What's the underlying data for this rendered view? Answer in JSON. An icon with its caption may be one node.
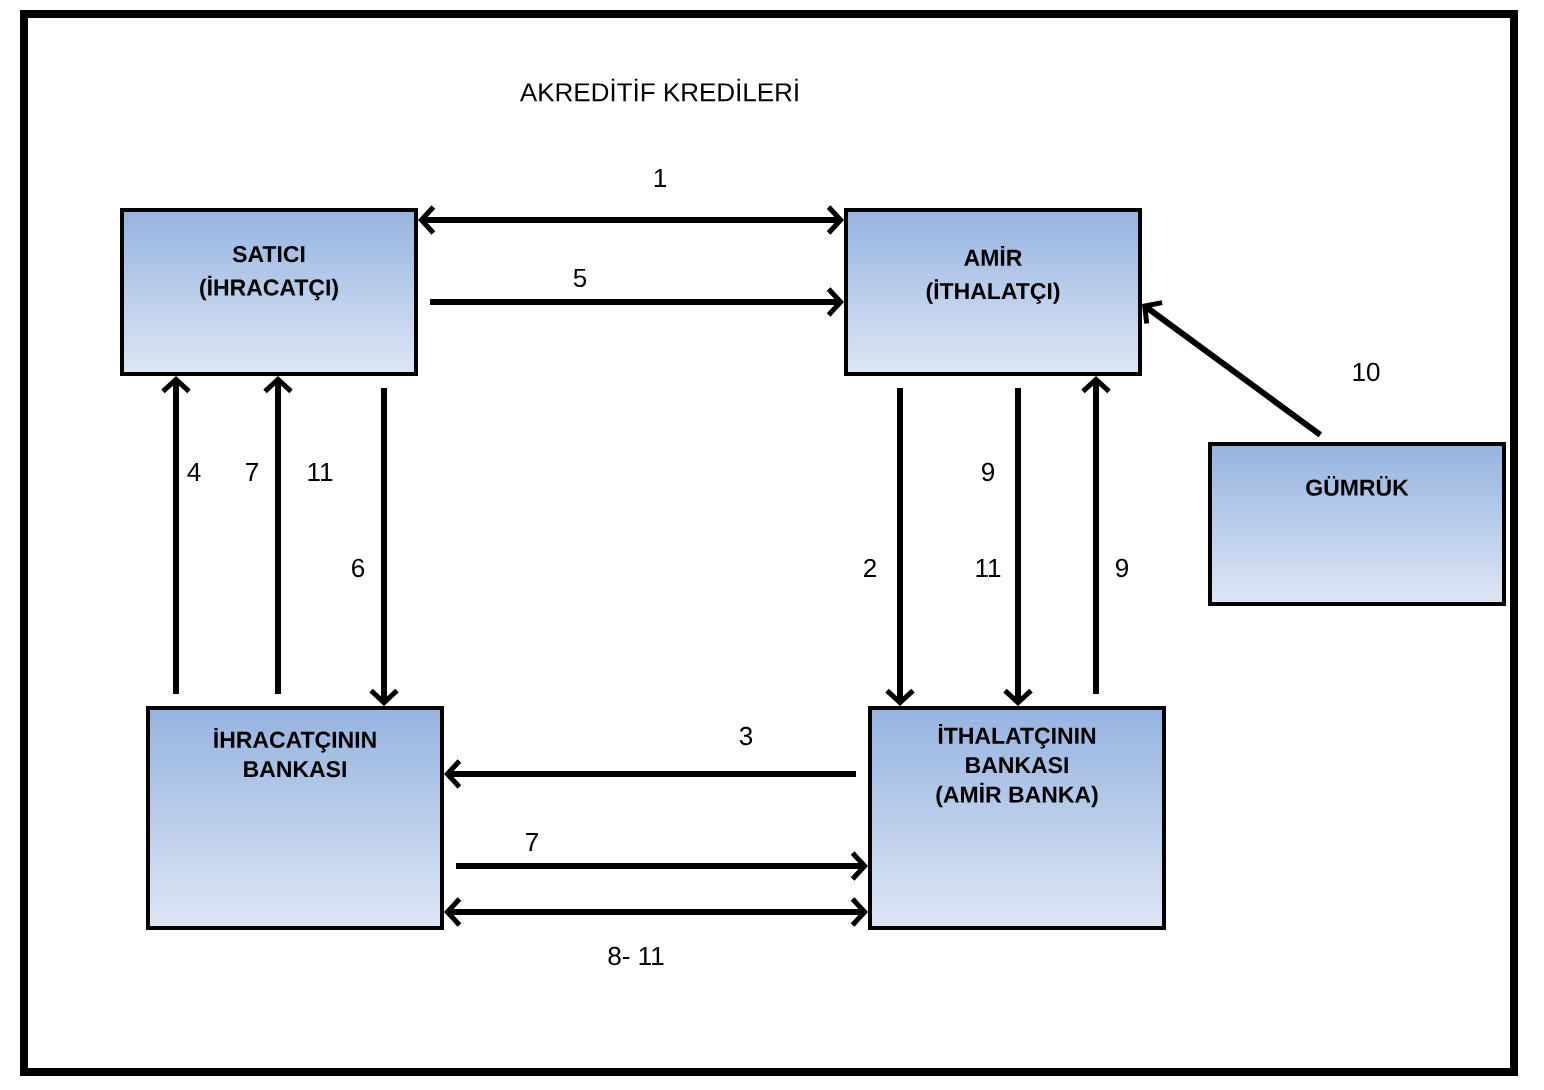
{
  "diagram": {
    "title": "AKREDİTİF KREDİLERİ",
    "nodes": [
      {
        "text": [
          "SATICI",
          "(İHRACATÇI)"
        ]
      },
      {
        "text": [
          "AMİR",
          "(İTHALATÇI)"
        ]
      },
      {
        "text": [
          "GÜMRÜK"
        ]
      },
      {
        "text": [
          "İHRACATÇININ BANKASI"
        ]
      },
      {
        "text": [
          "İTHALATÇININ BANKASI (AMİR BANKA)"
        ]
      }
    ],
    "edges": [
      {
        "from": 0,
        "to": 1,
        "arrow": "both",
        "label": "1"
      },
      {
        "from": 0,
        "to": 1,
        "arrow": "to",
        "label": "5"
      },
      {
        "from": 2,
        "to": 1,
        "arrow": "to",
        "label": "10"
      },
      {
        "from": 3,
        "to": 0,
        "arrow": "to",
        "label": "4"
      },
      {
        "from": 3,
        "to": 0,
        "arrow": "to",
        "label": "7"
      },
      {
        "from": 0,
        "to": 3,
        "arrow": "to",
        "label": "6"
      },
      {
        "from": 1,
        "to": 4,
        "arrow": "to",
        "label": "2"
      },
      {
        "from": 1,
        "to": 4,
        "arrow": "to",
        "label": "9"
      },
      {
        "from": 4,
        "to": 1,
        "arrow": "to",
        "label": "9"
      },
      {
        "from": 4,
        "to": 3,
        "arrow": "to",
        "label": "3"
      },
      {
        "from": 3,
        "to": 4,
        "arrow": "to",
        "label": "7"
      },
      {
        "from": 3,
        "to": 4,
        "arrow": "both",
        "label": "8- 11"
      }
    ],
    "labels": [
      "11",
      "11"
    ]
  }
}
